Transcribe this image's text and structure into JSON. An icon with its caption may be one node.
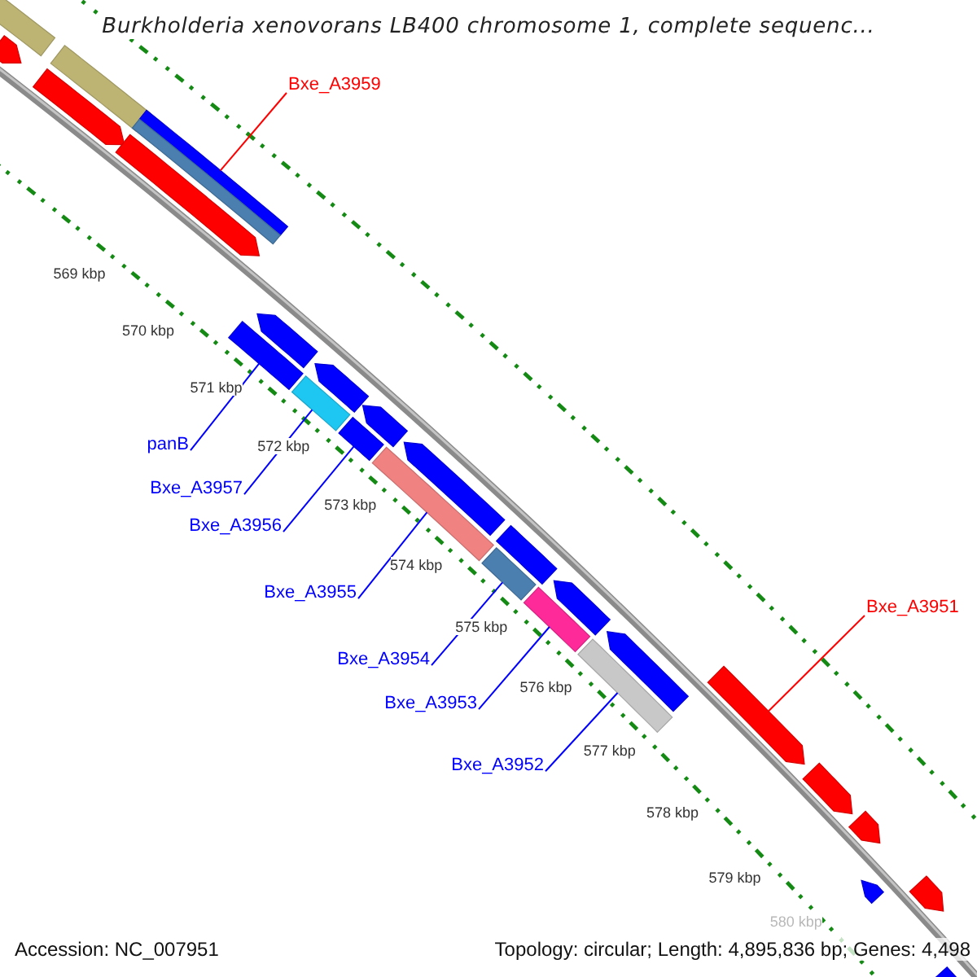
{
  "diagram": {
    "title": "Burkholderia xenovorans LB400 chromosome 1, complete sequenc...",
    "nodes": [
      {
        "text": [],
        "shape": "arrow"
      },
      {
        "text": [],
        "shape": "bar"
      },
      {
        "text": [],
        "shape": "bar"
      },
      {
        "text": [],
        "shape": "arrow"
      },
      {
        "text": [],
        "shape": "arrow"
      },
      {
        "text": [],
        "shape": "bar"
      },
      {
        "text": [],
        "shape": "bar"
      },
      {
        "text": [],
        "shape": "arrow"
      },
      {
        "text": [],
        "shape": "arrow"
      },
      {
        "text": [],
        "shape": "arrow"
      },
      {
        "text": [],
        "shape": "arrow"
      },
      {
        "text": [],
        "shape": "bar"
      },
      {
        "text": [],
        "shape": "arrow"
      },
      {
        "text": [],
        "shape": "arrow"
      },
      {
        "text": [],
        "shape": "bar"
      },
      {
        "text": [],
        "shape": "bar"
      },
      {
        "text": [],
        "shape": "bar"
      },
      {
        "text": [],
        "shape": "bar"
      },
      {
        "text": [],
        "shape": "bar"
      },
      {
        "text": [],
        "shape": "bar"
      },
      {
        "text": [],
        "shape": "bar"
      },
      {
        "text": [],
        "shape": "arrow"
      },
      {
        "text": [],
        "shape": "arrow"
      },
      {
        "text": [],
        "shape": "arrow"
      },
      {
        "text": [],
        "shape": "arrow"
      },
      {
        "text": [],
        "shape": "arrow"
      },
      {
        "text": [],
        "shape": "bar"
      },
      {
        "text": [
          "Bxe_A3959"
        ]
      },
      {
        "text": [
          "panB"
        ]
      },
      {
        "text": [
          "Bxe_A3957"
        ]
      },
      {
        "text": [
          "Bxe_A3956"
        ]
      },
      {
        "text": [
          "Bxe_A3955"
        ]
      },
      {
        "text": [
          "Bxe_A3954"
        ]
      },
      {
        "text": [
          "Bxe_A3953"
        ]
      },
      {
        "text": [
          "Bxe_A3952"
        ]
      },
      {
        "text": [
          "Bxe_A3951"
        ]
      }
    ],
    "edges": [
      {
        "from": 27,
        "to": 5,
        "arrow": "none",
        "color": "#ff0000"
      },
      {
        "from": 28,
        "to": 14,
        "arrow": "none"
      },
      {
        "from": 29,
        "to": 15,
        "arrow": "none"
      },
      {
        "from": 30,
        "to": 16,
        "arrow": "none"
      },
      {
        "from": 31,
        "to": 17,
        "arrow": "none"
      },
      {
        "from": 32,
        "to": 18,
        "arrow": "none"
      },
      {
        "from": 33,
        "to": 19,
        "arrow": "none"
      },
      {
        "from": 34,
        "to": 20,
        "arrow": "none"
      },
      {
        "from": 35,
        "to": 21,
        "arrow": "none",
        "color": "#ff0000"
      }
    ],
    "labels": [
      "569 kbp",
      "570 kbp",
      "571 kbp",
      "572 kbp",
      "573 kbp",
      "574 kbp",
      "575 kbp",
      "576 kbp",
      "577 kbp",
      "578 kbp",
      "579 kbp",
      "580 kbp",
      "Accession: NC_007951",
      "Topology: circular; Length: 4,895,836 bp; Genes: 4,498"
    ]
  }
}
